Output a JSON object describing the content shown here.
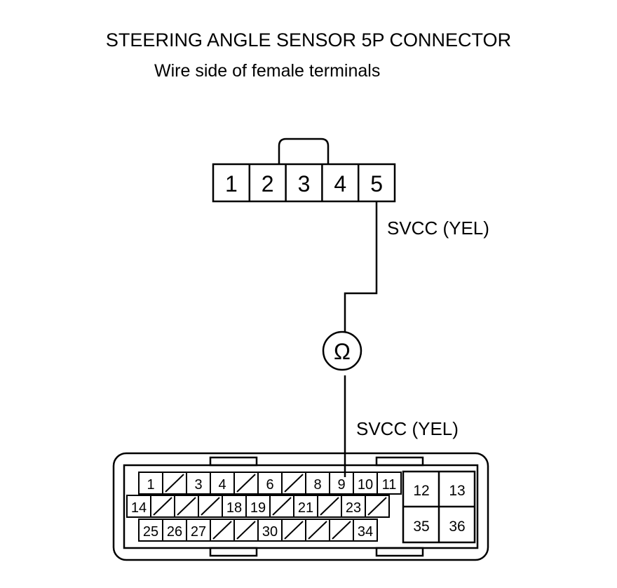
{
  "title": "STEERING ANGLE SENSOR 5P CONNECTOR",
  "subtitle": "Wire side of female terminals",
  "sensor_connector": {
    "terminals": [
      "1",
      "2",
      "3",
      "4",
      "5"
    ]
  },
  "wire_top_label": "SVCC (YEL)",
  "wire_bottom_label": "SVCC (YEL)",
  "meter_symbol": "Ω",
  "ecu_connector": {
    "row1": [
      "1",
      "",
      "3",
      "4",
      "",
      "6",
      "",
      "8",
      "9",
      "10",
      "11"
    ],
    "row2": [
      "14",
      "",
      "",
      "",
      "18",
      "19",
      "",
      "21",
      "",
      "23",
      ""
    ],
    "row3": [
      "25",
      "26",
      "27",
      "",
      "",
      "30",
      "",
      "",
      "",
      "34"
    ],
    "right_block": [
      "12",
      "13",
      "35",
      "36"
    ]
  }
}
